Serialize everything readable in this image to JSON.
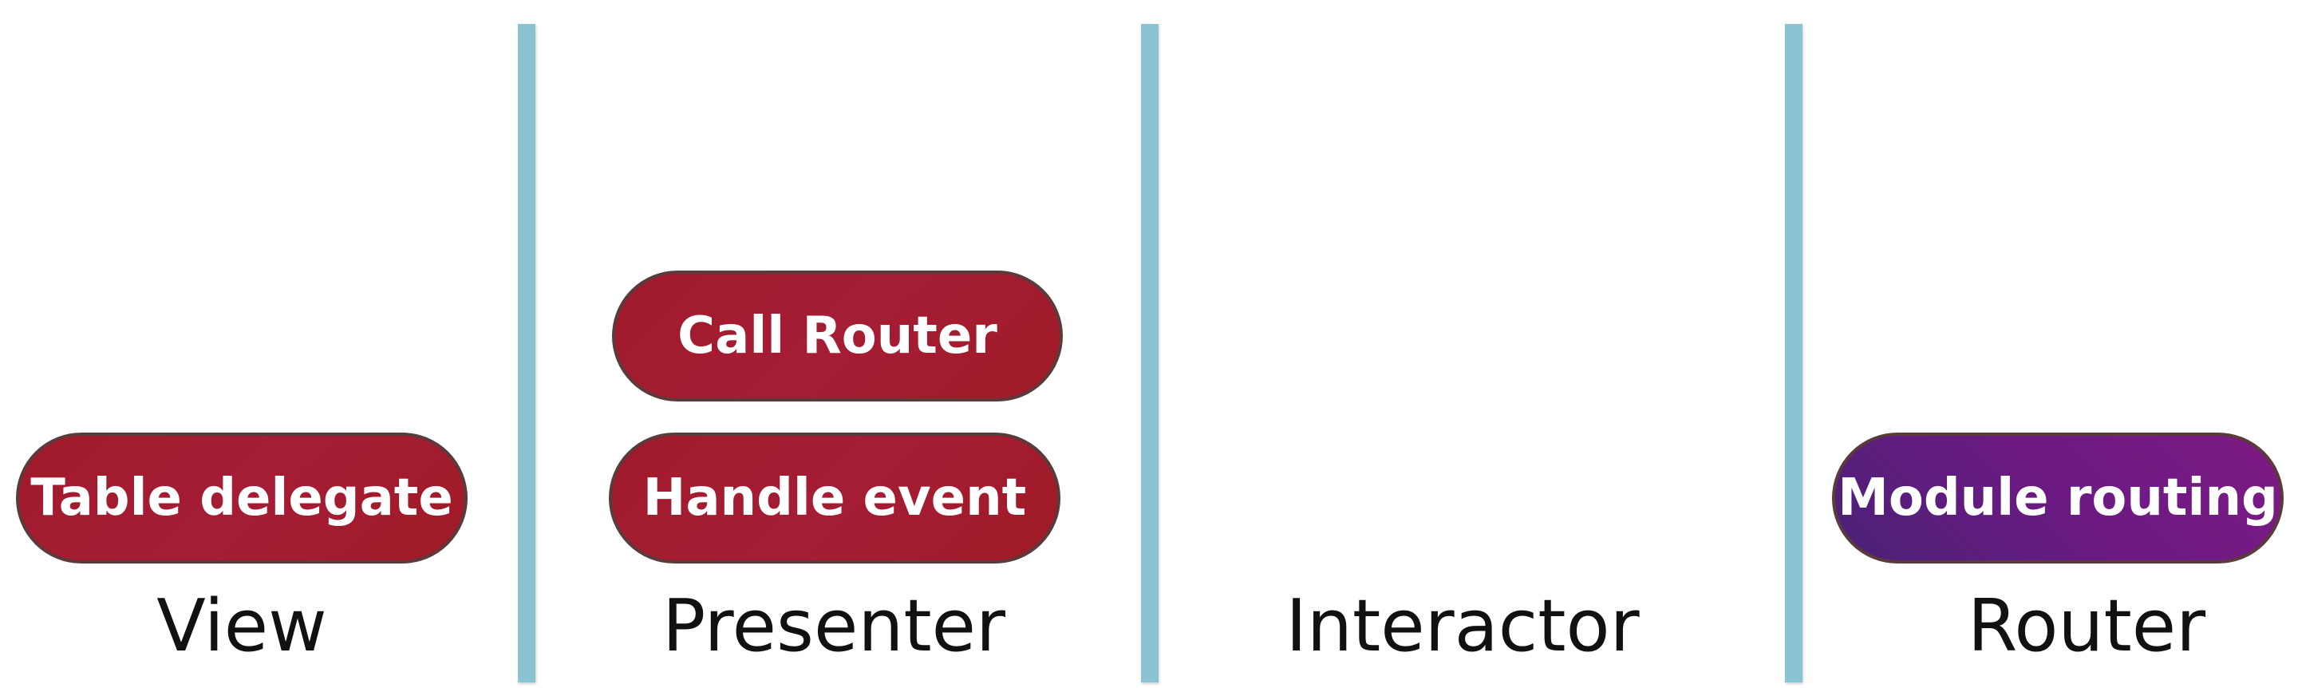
{
  "columns": {
    "view": {
      "label": "View"
    },
    "presenter": {
      "label": "Presenter"
    },
    "interactor": {
      "label": "Interactor"
    },
    "router": {
      "label": "Router"
    }
  },
  "boxes": {
    "table_delegate": "Table delegate",
    "call_router": "Call Router",
    "handle_event": "Handle event",
    "module_routing": "Module routing"
  },
  "colors": {
    "divider": "#8ac3d4",
    "red_box": "#a01a2a",
    "purple_box": "#6b1a82",
    "label_text": "#111111"
  }
}
